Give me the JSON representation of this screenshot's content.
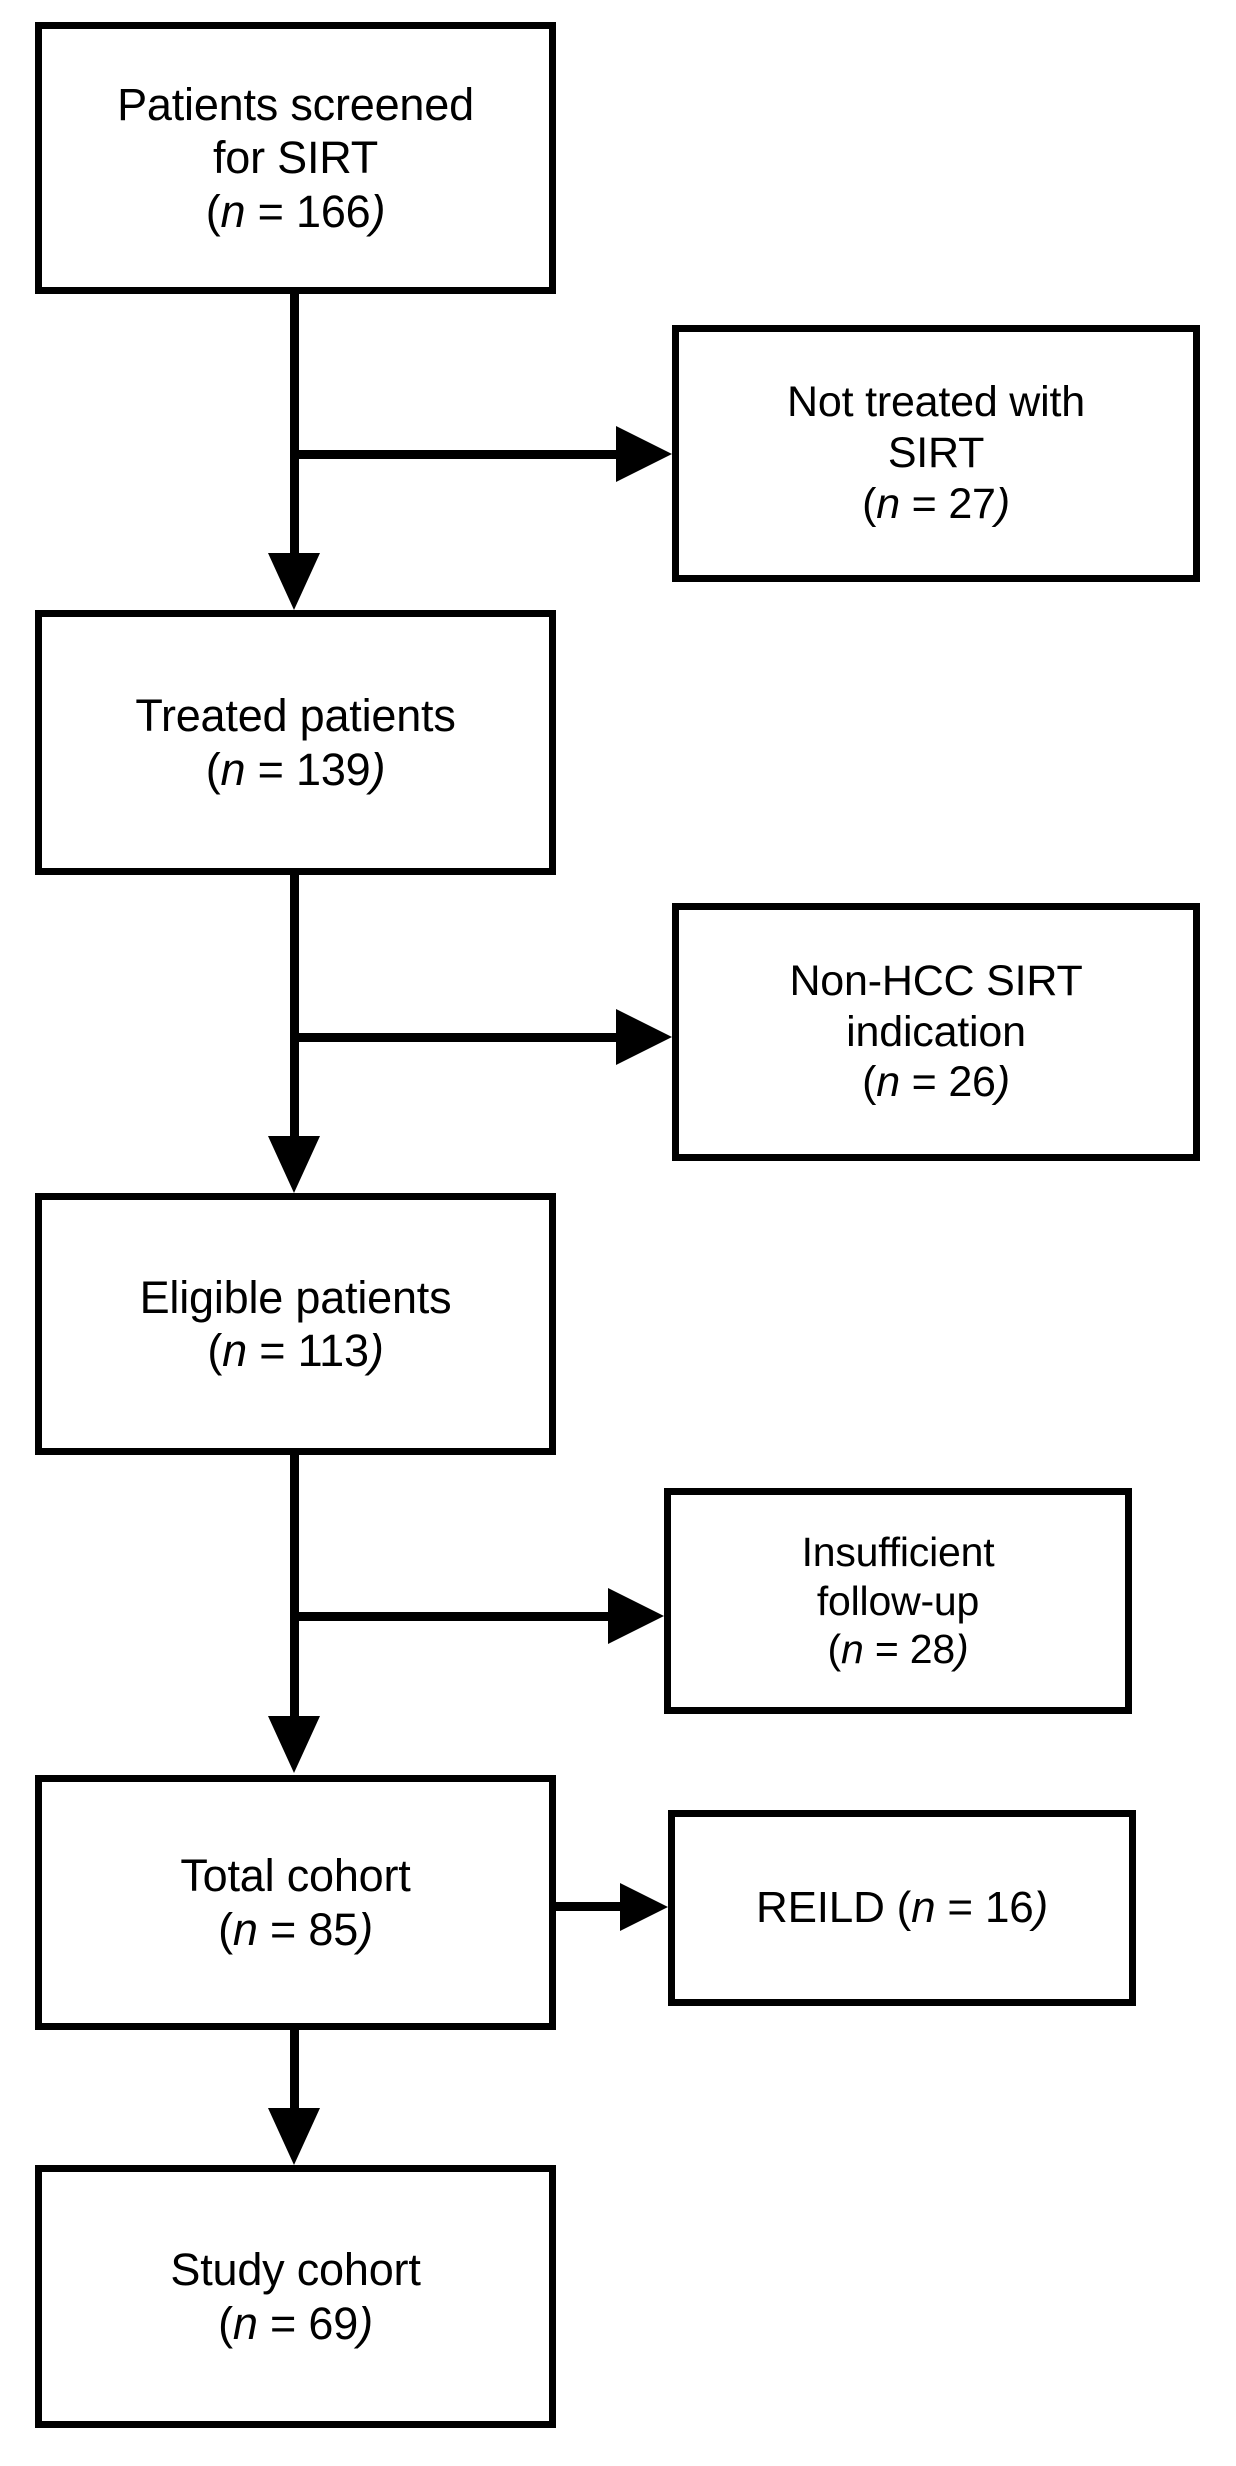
{
  "diagram": {
    "type": "flowchart",
    "orientation": "vertical-with-right-exclusions",
    "main_nodes": [
      {
        "id": "screened",
        "lines": [
          "Patients screened",
          "for SIRT"
        ],
        "count_prefix": "(",
        "count_label": "n",
        "count_eq": " = ",
        "count_value": "166",
        "count_suffix": ")"
      },
      {
        "id": "treated",
        "lines": [
          "Treated patients"
        ],
        "count_prefix": "(",
        "count_label": "n",
        "count_eq": " = ",
        "count_value": "139",
        "count_suffix": ")"
      },
      {
        "id": "eligible",
        "lines": [
          "Eligible patients"
        ],
        "count_prefix": "(",
        "count_label": "n",
        "count_eq": " = ",
        "count_value": "113",
        "count_suffix": ")"
      },
      {
        "id": "total-cohort",
        "lines": [
          "Total cohort"
        ],
        "count_prefix": "(",
        "count_label": "n",
        "count_eq": " = ",
        "count_value": "85",
        "count_suffix": ")"
      },
      {
        "id": "study-cohort",
        "lines": [
          "Study cohort"
        ],
        "count_prefix": "(",
        "count_label": "n",
        "count_eq": " = ",
        "count_value": "69",
        "count_suffix": ")"
      }
    ],
    "side_nodes": [
      {
        "id": "not-treated",
        "lines": [
          "Not treated with",
          "SIRT"
        ],
        "count_prefix": "(",
        "count_label": "n",
        "count_eq": " = ",
        "count_value": "27",
        "count_suffix": ")"
      },
      {
        "id": "non-hcc",
        "lines": [
          "Non-HCC SIRT",
          "indication"
        ],
        "count_prefix": "(",
        "count_label": "n",
        "count_eq": " = ",
        "count_value": "26",
        "count_suffix": ")"
      },
      {
        "id": "insufficient-followup",
        "lines": [
          "Insufficient",
          "follow-up"
        ],
        "count_prefix": "(",
        "count_label": "n",
        "count_eq": " = ",
        "count_value": "28",
        "count_suffix": ")"
      },
      {
        "id": "reild",
        "inline_label": "REILD ",
        "count_prefix": "(",
        "count_label": "n",
        "count_eq": " = ",
        "count_value": "16",
        "count_suffix": ")"
      }
    ],
    "colors": {
      "stroke": "#000000",
      "fill": "#ffffff",
      "text": "#000000"
    }
  }
}
